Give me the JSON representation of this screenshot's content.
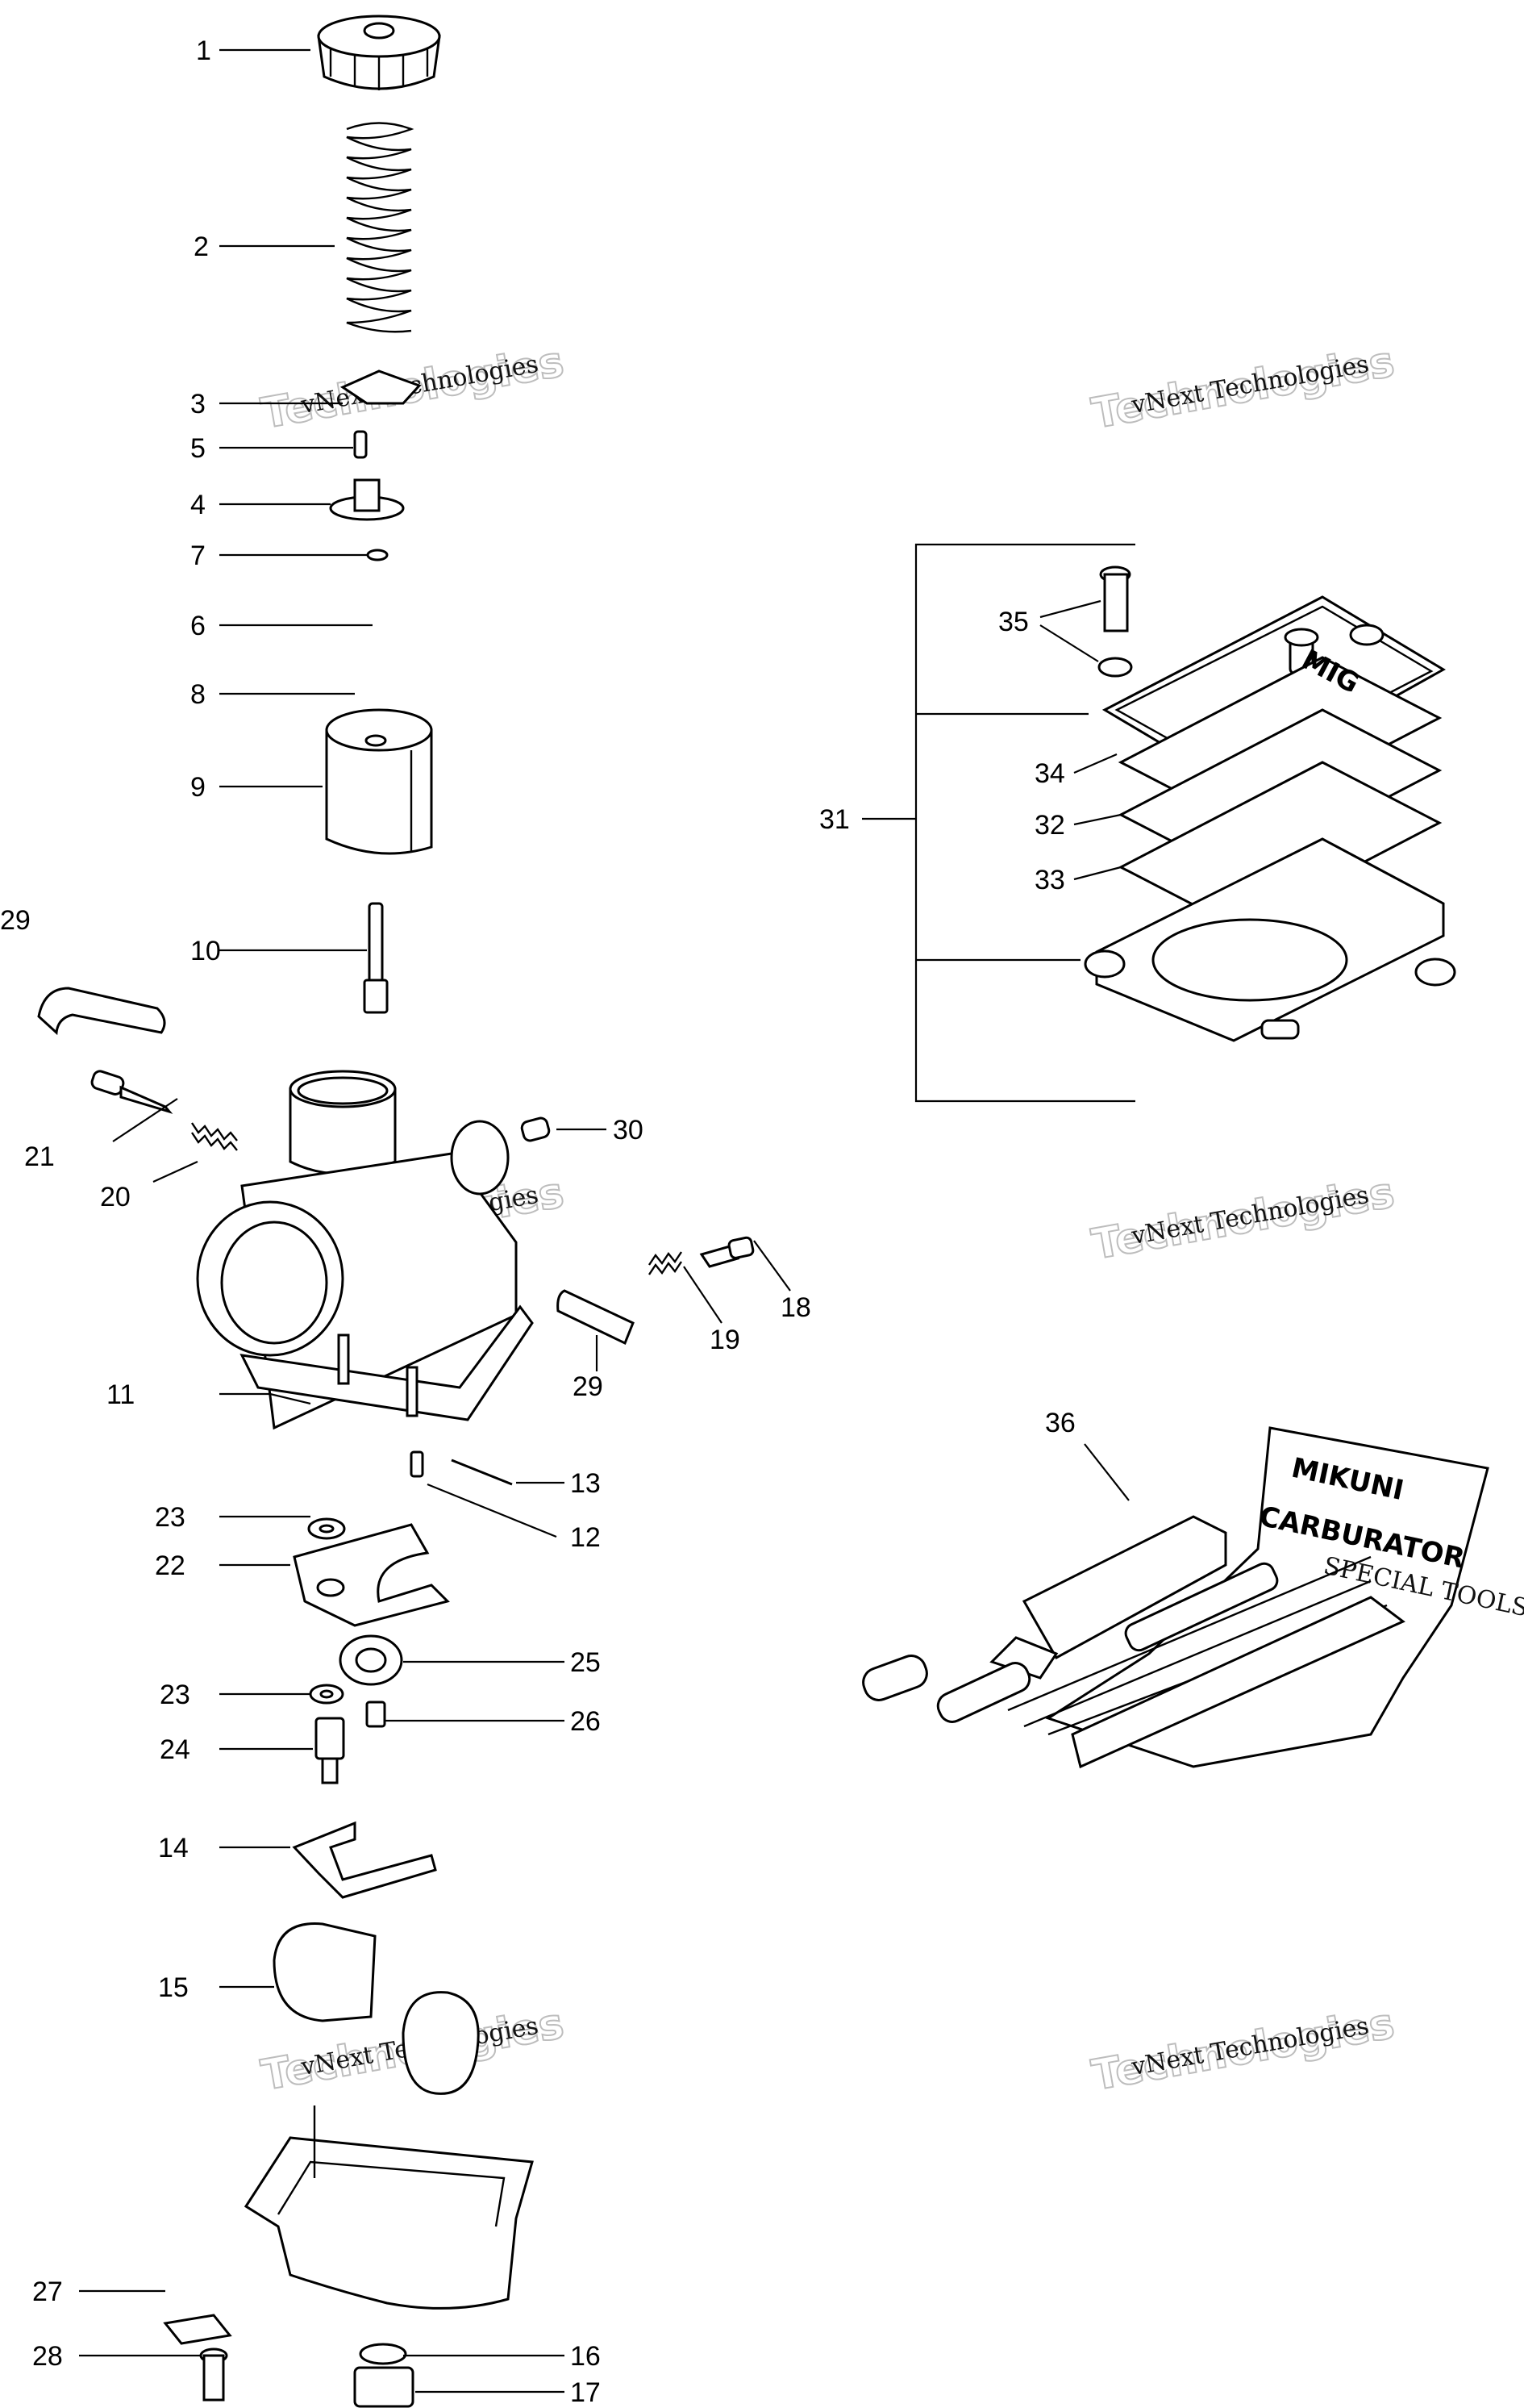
{
  "callouts": [
    {
      "id": "1",
      "text": "1"
    },
    {
      "id": "2",
      "text": "2"
    },
    {
      "id": "3",
      "text": "3"
    },
    {
      "id": "4",
      "text": "4"
    },
    {
      "id": "5",
      "text": "5"
    },
    {
      "id": "6",
      "text": "6"
    },
    {
      "id": "7",
      "text": "7"
    },
    {
      "id": "8",
      "text": "8"
    },
    {
      "id": "9",
      "text": "9"
    },
    {
      "id": "10",
      "text": "10"
    },
    {
      "id": "11",
      "text": "11"
    },
    {
      "id": "12",
      "text": "12"
    },
    {
      "id": "13",
      "text": "13"
    },
    {
      "id": "14",
      "text": "14"
    },
    {
      "id": "15",
      "text": "15"
    },
    {
      "id": "16",
      "text": "16"
    },
    {
      "id": "17",
      "text": "17"
    },
    {
      "id": "18",
      "text": "18"
    },
    {
      "id": "19",
      "text": "19"
    },
    {
      "id": "20",
      "text": "20"
    },
    {
      "id": "21",
      "text": "21"
    },
    {
      "id": "22",
      "text": "22"
    },
    {
      "id": "23a",
      "text": "23"
    },
    {
      "id": "23b",
      "text": "23"
    },
    {
      "id": "24",
      "text": "24"
    },
    {
      "id": "25",
      "text": "25"
    },
    {
      "id": "26",
      "text": "26"
    },
    {
      "id": "27",
      "text": "27"
    },
    {
      "id": "28",
      "text": "28"
    },
    {
      "id": "29a",
      "text": "29"
    },
    {
      "id": "29b",
      "text": "29"
    },
    {
      "id": "30",
      "text": "30"
    },
    {
      "id": "31",
      "text": "31"
    },
    {
      "id": "32",
      "text": "32"
    },
    {
      "id": "33",
      "text": "33"
    },
    {
      "id": "34",
      "text": "34"
    },
    {
      "id": "35",
      "text": "35"
    },
    {
      "id": "36",
      "text": "36"
    }
  ],
  "watermark": {
    "line1": "vNext Technologies",
    "line2": "Technologies"
  },
  "tool_kit": {
    "line1": "MIKUNI",
    "line2": "CARBURATOR",
    "line3": "SPECIAL TOOLS"
  },
  "cover_mark": "MIG"
}
